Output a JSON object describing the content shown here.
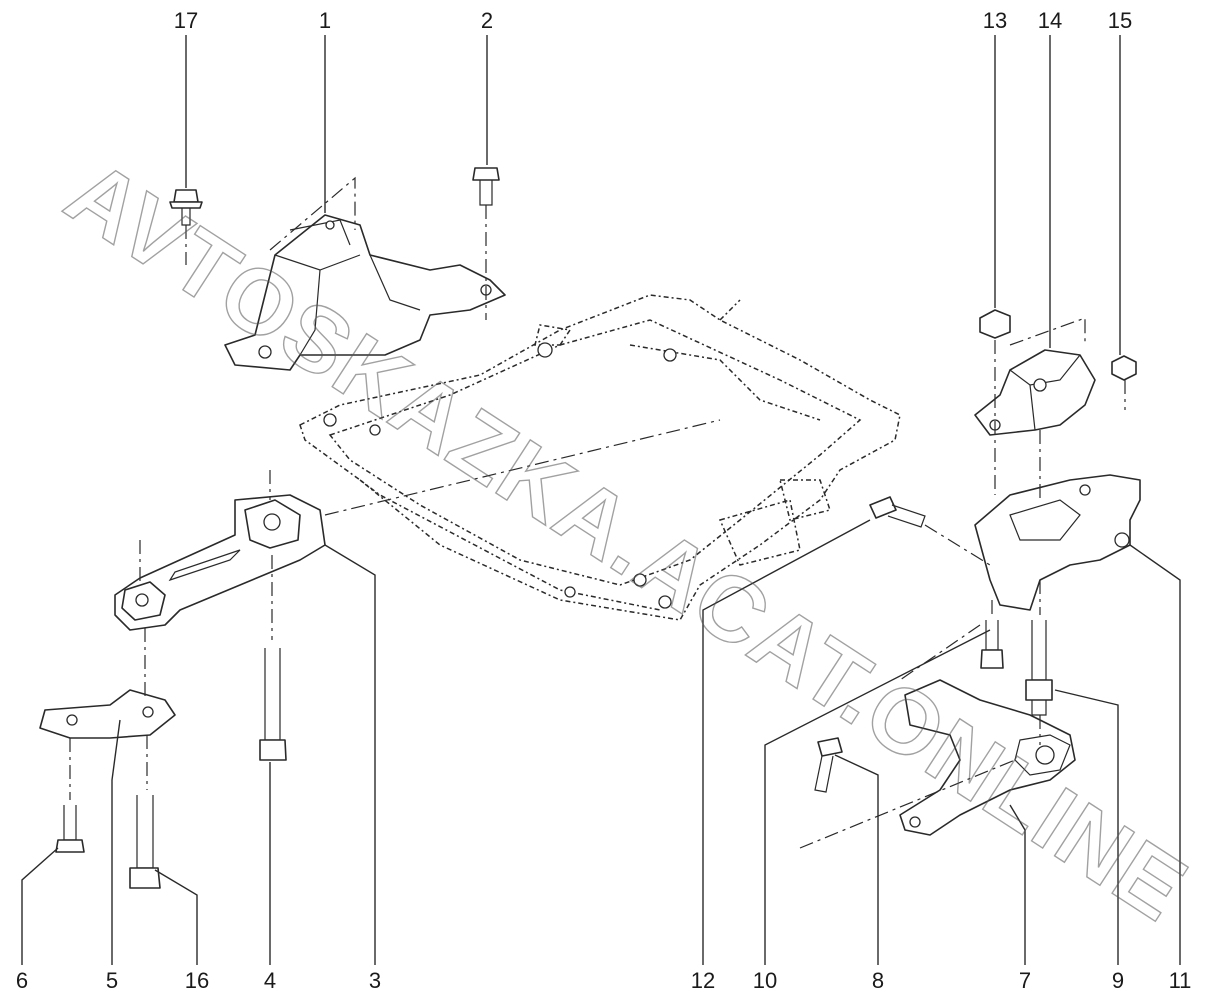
{
  "watermark": "AVTOSKAZKA.ACAT.ONLINE",
  "callouts": {
    "c1": "1",
    "c2": "2",
    "c3": "3",
    "c4": "4",
    "c5": "5",
    "c6": "6",
    "c7": "7",
    "c8": "8",
    "c9": "9",
    "c10": "10",
    "c11": "11",
    "c12": "12",
    "c13": "13",
    "c14": "14",
    "c15": "15",
    "c16": "16",
    "c17": "17"
  }
}
